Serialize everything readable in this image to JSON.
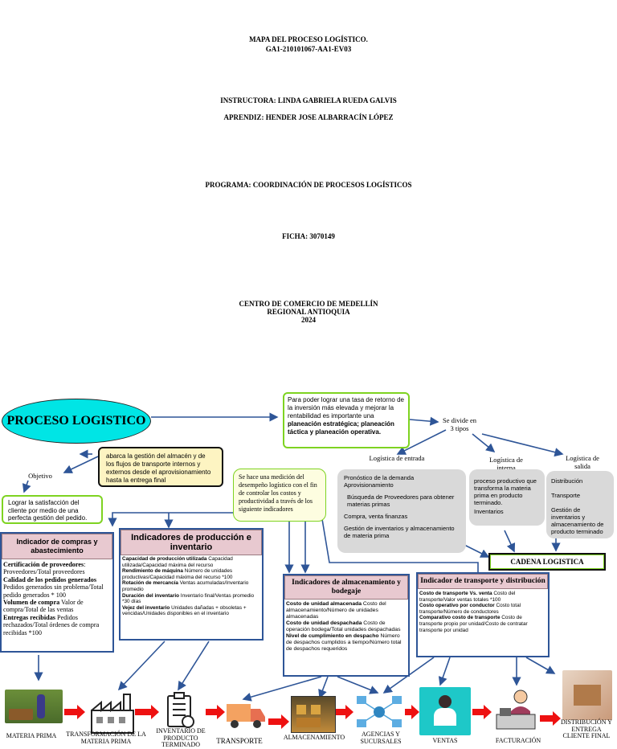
{
  "header": {
    "title_line1": "MAPA DEL PROCESO LOGÍSTICO.",
    "title_line2": "GA1-210101067-AA1-EV03",
    "instructor": "INSTRUCTORA: LINDA GABRIELA RUEDA GALVIS",
    "apprentice": "APRENDIZ: HENDER JOSE ALBARRACÍN LÓPEZ",
    "program": "PROGRAMA: COORDINACIÓN DE PROCESOS LOGÍSTICOS",
    "ficha": "FICHA: 3070149",
    "center_line1": "CENTRO DE COMERCIO DE MEDELLÍN",
    "center_line2": "REGIONAL ANTIOQUIA",
    "year": "2024"
  },
  "diagram": {
    "main_title": "PROCESO LOGISTICO",
    "intro_box": "Para poder lograr una tasa de retorno de la inversión más elevada y mejorar la rentabilidad es importante una ",
    "intro_box_bold": "planeación estratégica; planeación táctica y planeación operativa.",
    "divide_label_1": "Se divide en",
    "divide_label_2": "3 tipos",
    "scope_box": "abarca la gestión del almacén y de los flujos de transporte internos y externos desde el aprovisionamiento hasta la entrega final",
    "objective_label": "Objetivo",
    "objective_box": "Lograr la satisfacción del cliente por medio de una perfecta gestión del pedido.",
    "measurement_box": "Se hace una medición del desempeño logístico con el fin de controlar los costos y productividad a través de los siguiente indicadores",
    "types": [
      {
        "label": "Logística de entrada",
        "items": [
          "Pronóstico de la demanda Aprovisionamiento",
          "Búsqueda de Proveedores para obtener materias primas",
          "Compra, venta finanzas",
          "Gestión de inventarios y almacenamiento de materia prima"
        ]
      },
      {
        "label": "Logística de interna",
        "items": [
          "proceso productivo que transforma la materia prima en producto terminado.",
          "Inventarios"
        ]
      },
      {
        "label": "Logística de salida",
        "items": [
          "Distribución",
          "Transporte",
          "Gestión de inventarios y almacenamiento de producto terminado"
        ]
      }
    ],
    "chain_label": "CADENA LOGISTICA",
    "indicators": {
      "purchases": {
        "title": "Indicador de compras y abastecimiento",
        "lines": [
          {
            "b": "Certificación de proveedores",
            "t": ": Proveedores/Total proveedores"
          },
          {
            "b": "Calidad de los pedidos generados",
            "t": " Pedidos generados sin problema/Total pedido generados * 100"
          },
          {
            "b": "Volumen de compra",
            "t": " Valor de compra/Total de las ventas"
          },
          {
            "b": "Entregas recibidas",
            "t": " Pedidos rechazados/Total órdenes de compra recibidas *100"
          }
        ]
      },
      "production": {
        "title": "Indicadores de producción e inventario",
        "lines": [
          {
            "b": "Capacidad de producción utilizada",
            "t": " Capacidad utilizada/Capacidad máxima del recurso"
          },
          {
            "b": " Rendimiento de máquina",
            "t": " Número de unidades productivas/Capacidad máxima del recurso *100"
          },
          {
            "b": "Rotación de mercancía",
            "t": " Ventas acumuladas/Inventario promedio"
          },
          {
            "b": "Duración del inventario",
            "t": " Inventario final/Ventas promedio *30 días"
          },
          {
            "b": "Vejez del inventario",
            "t": " Unidades dañadas + obsoletas + vencidas/Unidades disponibles en el inventario"
          }
        ]
      },
      "warehouse": {
        "title": "Indicadores de almacenamiento y bodegaje",
        "lines": [
          {
            "b": "Costo de unidad almacenada",
            "t": " Costo del almacenamiento/Número de unidades almacenadas"
          },
          {
            "b": "Costo de unidad despachada",
            "t": " Costo de operación bodega/Total unidades despachadas"
          },
          {
            "b": "Nivel de cumplimiento en despacho",
            "t": " Número de despachos cumplidos a tiempo/Número total de despachos requeridos"
          }
        ]
      },
      "transport": {
        "title": "Indicador de transporte y distribución",
        "lines": [
          {
            "b": "Costo de transporte Vs. venta",
            "t": " Costo del transporte/Valor ventas totales *100"
          },
          {
            "b": "Costo operativo por conductor",
            "t": " Costo total transporte/Número de conductores"
          },
          {
            "b": "Comparativo costo de transporte",
            "t": " Costo de transporte propio por unidad/Costo de contratar transporte por unidad"
          }
        ]
      }
    },
    "flow": [
      {
        "label": "MATERIA PRIMA",
        "icon": "farm-icon"
      },
      {
        "label": "TRANSFORMACIÓN DE LA MATERIA PRIMA",
        "icon": "factory-icon"
      },
      {
        "label": "INVENTARIO DE PRODUCTO TERMINADO",
        "icon": "inventory-icon"
      },
      {
        "label": "TRANSPORTE",
        "icon": "truck-icon"
      },
      {
        "label": "ALMACENAMIENTO",
        "icon": "warehouse-icon"
      },
      {
        "label": "AGENCIAS Y SUCURSALES",
        "icon": "network-icon"
      },
      {
        "label": "VENTAS",
        "icon": "sales-icon"
      },
      {
        "label": "FACTURACIÓN",
        "icon": "billing-icon"
      },
      {
        "label": "DISTRIBUCIÓN Y ENTREGA CLIENTE FINAL",
        "icon": "delivery-icon"
      }
    ],
    "colors": {
      "arrow": "#2e5597",
      "flow_arrow": "#ee1111",
      "ellipse": "#00e5e5",
      "green_border": "#7ed321",
      "pink_head": "#e8c9d0",
      "grey_box": "#d9d9d9"
    }
  }
}
